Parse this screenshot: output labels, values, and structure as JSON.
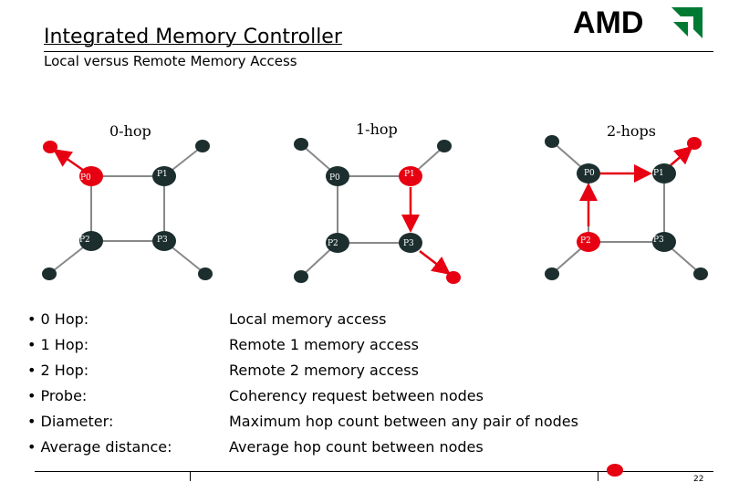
{
  "slide": {
    "title": "Integrated Memory Controller",
    "subtitle": "Local versus Remote Memory Access",
    "logo_text": "AMD",
    "page_number": "22"
  },
  "colors": {
    "red": "#e60012",
    "node": "#1c2e2e",
    "edge": "#888888",
    "arrow": "#e60012"
  },
  "diagrams": [
    {
      "label": "0-hop",
      "nodes": [
        "P0",
        "P1",
        "P2",
        "P3"
      ]
    },
    {
      "label": "1-hop",
      "nodes": [
        "P0",
        "P1",
        "P2",
        "P3"
      ]
    },
    {
      "label": "2-hops",
      "nodes": [
        "P0",
        "P1",
        "P2",
        "P3"
      ]
    }
  ],
  "definitions": [
    {
      "term": "• 0 Hop:",
      "desc": "Local memory access"
    },
    {
      "term": "• 1 Hop:",
      "desc": "Remote 1 memory access"
    },
    {
      "term": "• 2 Hop:",
      "desc": "Remote 2 memory access"
    },
    {
      "term": "• Probe:",
      "desc": "Coherency request between nodes"
    },
    {
      "term": "• Diameter:",
      "desc": "Maximum hop count between any pair of nodes"
    },
    {
      "term": "• Average distance:",
      "desc": "Average hop count between nodes"
    }
  ]
}
